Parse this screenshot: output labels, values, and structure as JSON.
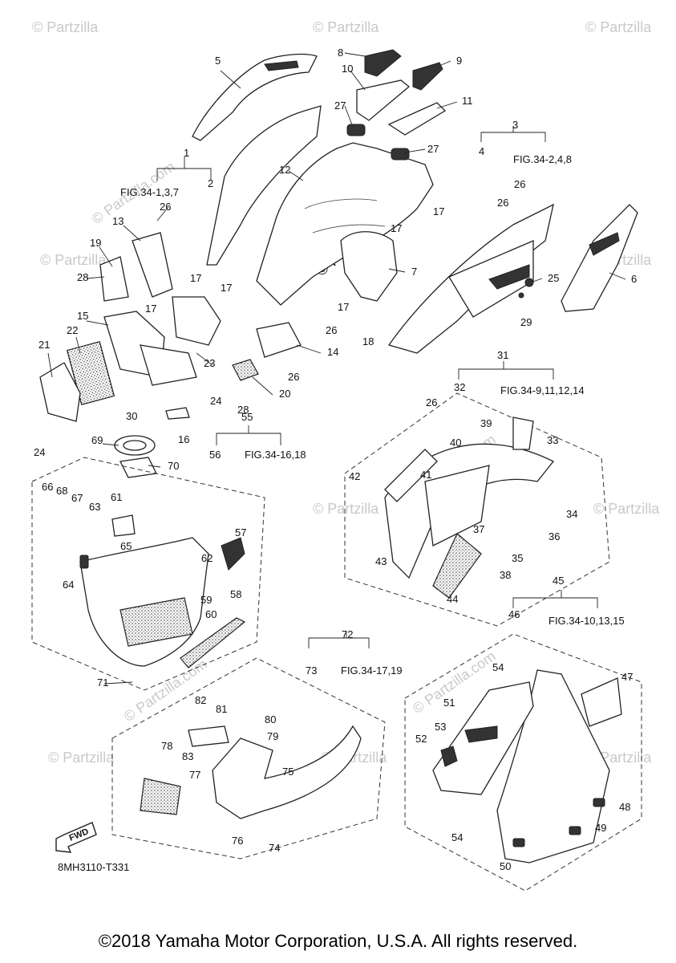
{
  "diagram": {
    "code": "8MH3110-T331",
    "fwd": "FWD",
    "copyright": "©2018 Yamaha Motor Corporation, U.S.A. All rights reserved.",
    "watermark": "© Partzilla.com",
    "watermark_short": "© Partzilla",
    "callouts": [
      "1",
      "2",
      "3",
      "4",
      "5",
      "6",
      "7",
      "8",
      "9",
      "10",
      "11",
      "12",
      "13",
      "14",
      "15",
      "16",
      "17",
      "18",
      "19",
      "20",
      "21",
      "22",
      "23",
      "24",
      "25",
      "26",
      "27",
      "28",
      "29",
      "30",
      "31",
      "32",
      "33",
      "34",
      "35",
      "36",
      "37",
      "38",
      "39",
      "40",
      "41",
      "42",
      "43",
      "44",
      "45",
      "46",
      "47",
      "48",
      "49",
      "50",
      "51",
      "52",
      "53",
      "54",
      "55",
      "56",
      "57",
      "58",
      "59",
      "60",
      "61",
      "62",
      "63",
      "64",
      "65",
      "66",
      "67",
      "68",
      "69",
      "70",
      "71",
      "72",
      "73",
      "74",
      "75",
      "76",
      "77",
      "78",
      "79",
      "80",
      "81",
      "82",
      "83"
    ],
    "fig_refs": {
      "r1": "FIG.34-1,3,7",
      "r3": "FIG.34-2,4,8",
      "r31": "FIG.34-9,11,12,14",
      "r45": "FIG.34-10,13,15",
      "r55": "FIG.34-16,18",
      "r72": "FIG.34-17,19"
    }
  }
}
